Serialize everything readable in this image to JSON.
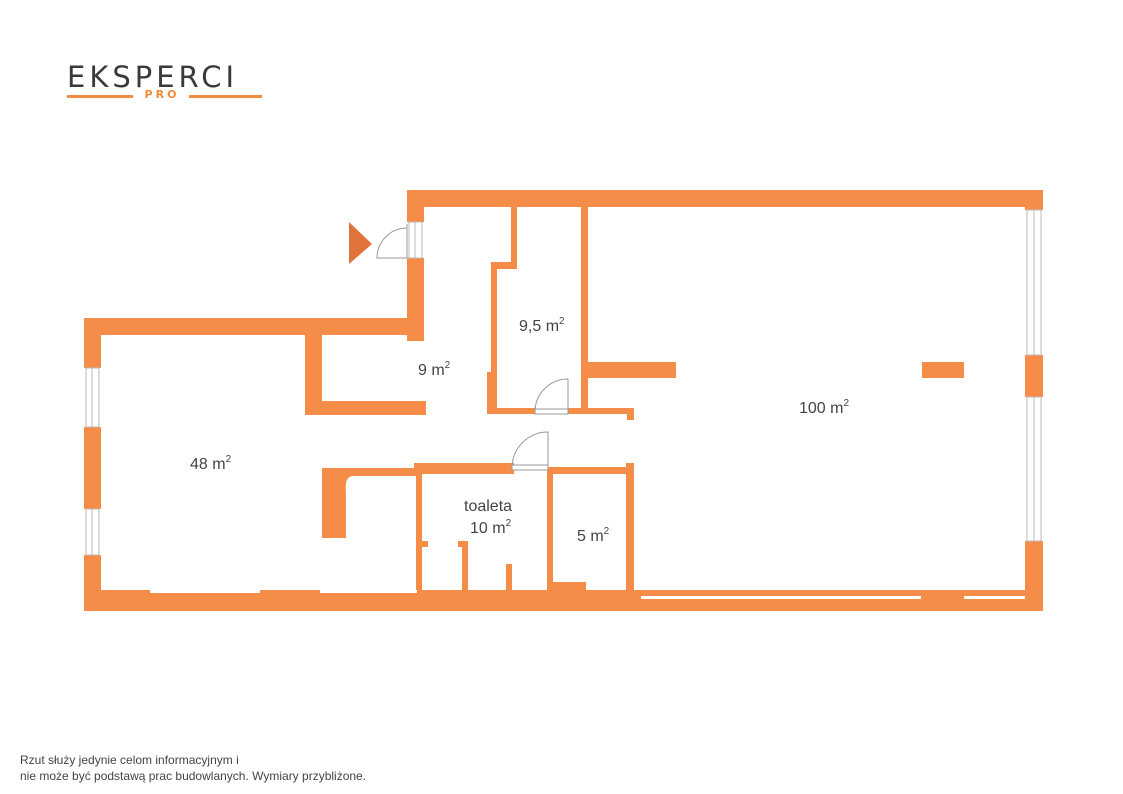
{
  "brand": {
    "name": "EKSPERCI",
    "sub": "PRO",
    "accent_color": "#f28c3e",
    "text_color": "#3a3a3a"
  },
  "plan": {
    "wall_color": "#f58d48",
    "rooms": [
      {
        "id": "room-48",
        "label": "48 m",
        "sup": "2"
      },
      {
        "id": "room-9",
        "label": "9 m",
        "sup": "2"
      },
      {
        "id": "room-9-5",
        "label": "9,5 m",
        "sup": "2"
      },
      {
        "id": "room-100",
        "label": "100 m",
        "sup": "2"
      },
      {
        "id": "room-toilet",
        "label": "toaleta",
        "area": "10 m",
        "sup": "2"
      },
      {
        "id": "room-5",
        "label": "5 m",
        "sup": "2"
      }
    ],
    "icons": [
      "entrance-arrow-icon",
      "door-swing-icon",
      "window-icon"
    ]
  },
  "footer": {
    "line1": "Rzut służy jedynie celom informacyjnym i",
    "line2": "nie może być podstawą prac budowlanych. Wymiary przybliżone."
  }
}
